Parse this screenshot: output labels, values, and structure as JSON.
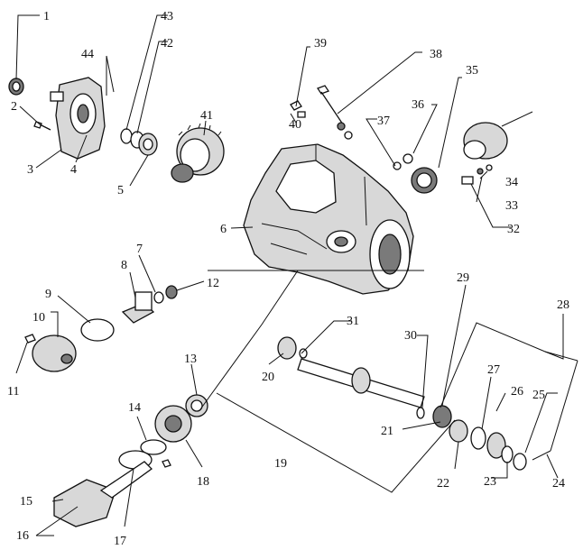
{
  "diagram": {
    "kind": "exploded-view",
    "subject": "gearbox / final drive assembly",
    "ink_color": "#111111",
    "background_color": "#ffffff",
    "labels": [
      "1",
      "2",
      "3",
      "4",
      "5",
      "6",
      "7",
      "8",
      "9",
      "10",
      "11",
      "12",
      "13",
      "14",
      "15",
      "16",
      "17",
      "18",
      "19",
      "20",
      "21",
      "22",
      "23",
      "24",
      "25",
      "26",
      "27",
      "28",
      "29",
      "30",
      "31",
      "32",
      "33",
      "34",
      "35",
      "36",
      "37",
      "38",
      "39",
      "40",
      "41",
      "42",
      "43",
      "44"
    ]
  }
}
